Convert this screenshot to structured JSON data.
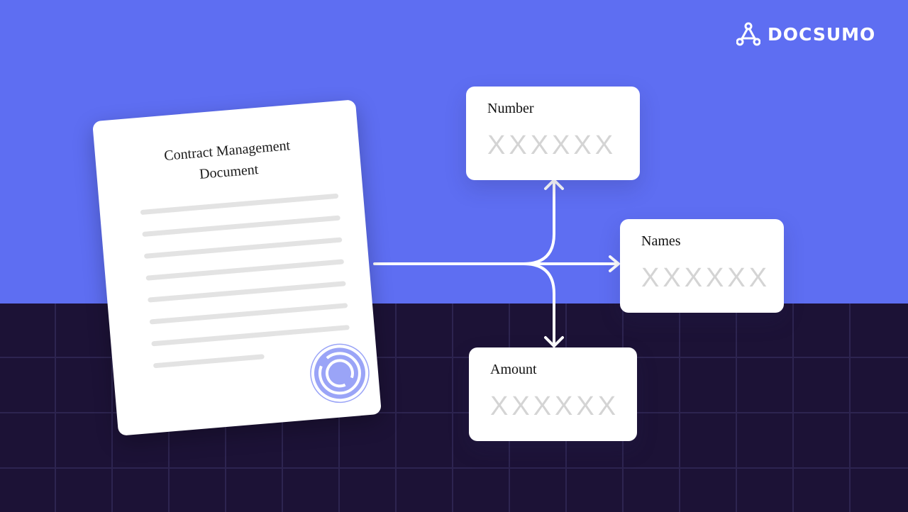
{
  "brand": {
    "name": "DOCSUMO",
    "logo_icon": "docsumo-logo-icon"
  },
  "document": {
    "title": "Contract Management\nDocument",
    "seal_icon": "seal-icon"
  },
  "fields": [
    {
      "label": "Number",
      "value": "XXXXXX"
    },
    {
      "label": "Names",
      "value": "XXXXXX"
    },
    {
      "label": "Amount",
      "value": "XXXXXX"
    }
  ],
  "colors": {
    "accent": "#5e6ef2",
    "dark_background": "#1c1236",
    "seal": "#9aa4f7",
    "placeholder_text": "#d4d4d4"
  }
}
